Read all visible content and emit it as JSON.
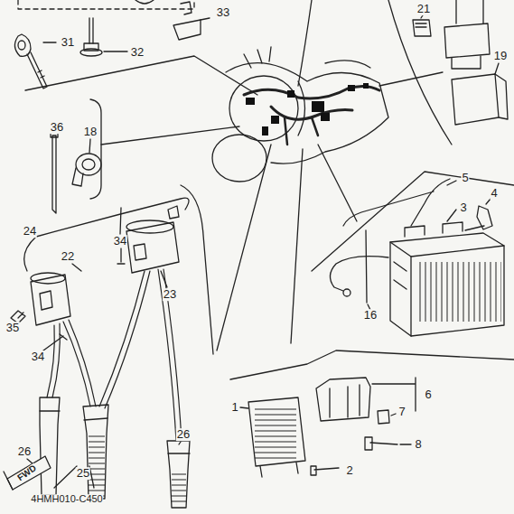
{
  "diagram": {
    "labels": [
      "33",
      "31",
      "32",
      "21",
      "19",
      "36",
      "18",
      "5",
      "4",
      "3",
      "24",
      "34",
      "22",
      "23",
      "16",
      "35",
      "34",
      "6",
      "1",
      "7",
      "26",
      "8",
      "26",
      "25",
      "2",
      "FWD",
      "4HMH010-C450"
    ]
  }
}
